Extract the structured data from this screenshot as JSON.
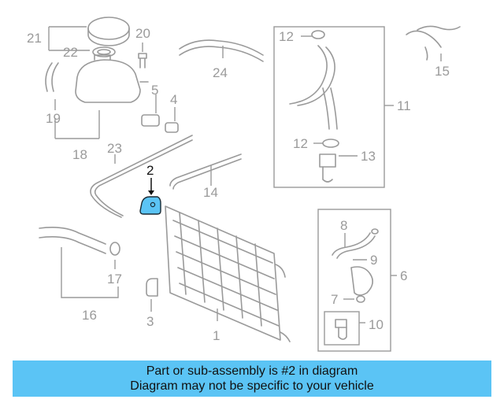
{
  "diagram": {
    "callouts": {
      "c1": "1",
      "c2": "2",
      "c3": "3",
      "c4": "4",
      "c5": "5",
      "c6": "6",
      "c7": "7",
      "c8": "8",
      "c9": "9",
      "c10": "10",
      "c11": "11",
      "c12a": "12",
      "c12b": "12",
      "c13": "13",
      "c14": "14",
      "c15": "15",
      "c16": "16",
      "c17": "17",
      "c18": "18",
      "c19": "19",
      "c20": "20",
      "c21": "21",
      "c22": "22",
      "c23": "23",
      "c24": "24"
    },
    "highlight_color": "#5bc4f5",
    "line_color": "#9a9a9a"
  },
  "banner": {
    "line1": "Part or sub-assembly is #2 in diagram",
    "line2": "Diagram may not be specific to your vehicle",
    "background": "#5bc4f5"
  }
}
